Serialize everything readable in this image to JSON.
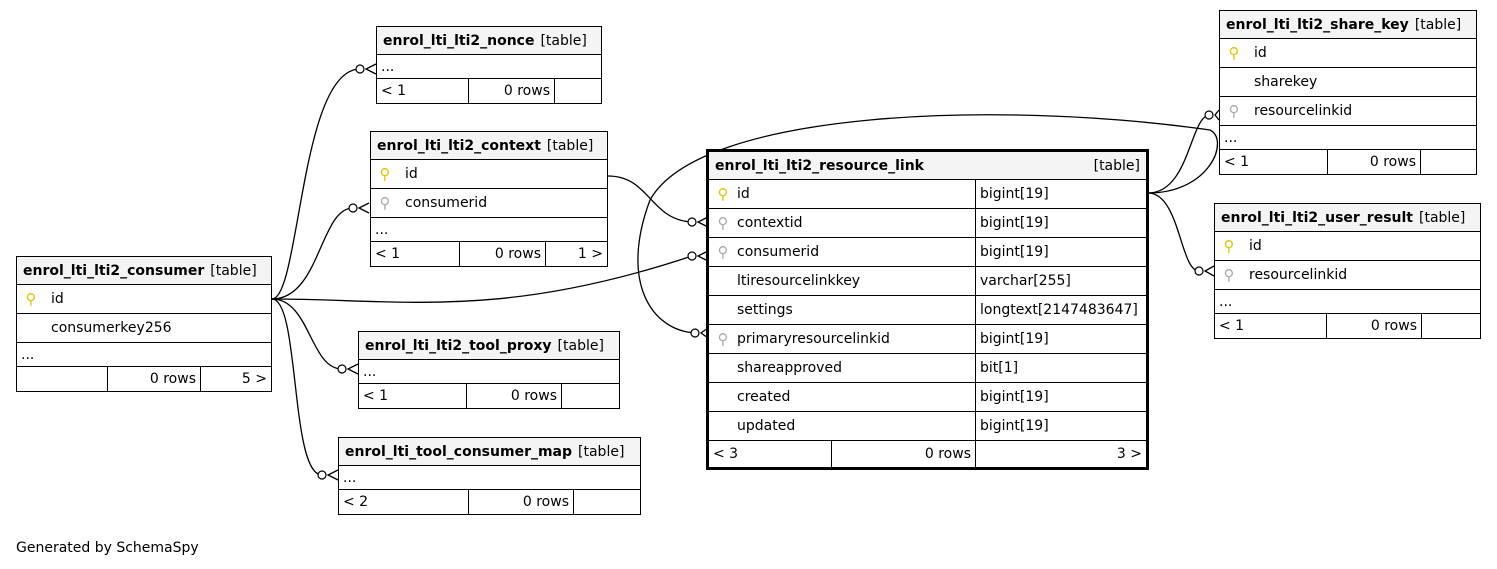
{
  "tag_label": "[table]",
  "nonce": {
    "name": "enrol_lti_lti2_nonce",
    "more": "...",
    "parents": "< 1",
    "rows": "0 rows",
    "children": ""
  },
  "context": {
    "name": "enrol_lti_lti2_context",
    "cols": [
      "id",
      "consumerid"
    ],
    "more": "...",
    "parents": "< 1",
    "rows": "0 rows",
    "children": "1 >"
  },
  "consumer": {
    "name": "enrol_lti_lti2_consumer",
    "cols": [
      "id",
      "consumerkey256"
    ],
    "more": "...",
    "parents": "",
    "rows": "0 rows",
    "children": "5 >"
  },
  "tool_proxy": {
    "name": "enrol_lti_lti2_tool_proxy",
    "more": "...",
    "parents": "< 1",
    "rows": "0 rows",
    "children": ""
  },
  "consumer_map": {
    "name": "enrol_lti_tool_consumer_map",
    "more": "...",
    "parents": "< 2",
    "rows": "0 rows",
    "children": ""
  },
  "resource_link": {
    "name": "enrol_lti_lti2_resource_link",
    "columns": [
      {
        "name": "id",
        "type": "bigint[19]",
        "key": "pk"
      },
      {
        "name": "contextid",
        "type": "bigint[19]",
        "key": "fk"
      },
      {
        "name": "consumerid",
        "type": "bigint[19]",
        "key": "fk"
      },
      {
        "name": "ltiresourcelinkkey",
        "type": "varchar[255]",
        "key": ""
      },
      {
        "name": "settings",
        "type": "longtext[2147483647]",
        "key": ""
      },
      {
        "name": "primaryresourcelinkid",
        "type": "bigint[19]",
        "key": "fk"
      },
      {
        "name": "shareapproved",
        "type": "bit[1]",
        "key": ""
      },
      {
        "name": "created",
        "type": "bigint[19]",
        "key": ""
      },
      {
        "name": "updated",
        "type": "bigint[19]",
        "key": ""
      }
    ],
    "parents": "< 3",
    "rows": "0 rows",
    "children": "3 >"
  },
  "share_key": {
    "name": "enrol_lti_lti2_share_key",
    "cols": [
      "id",
      "sharekey",
      "resourcelinkid"
    ],
    "more": "...",
    "parents": "< 1",
    "rows": "0 rows",
    "children": ""
  },
  "user_result": {
    "name": "enrol_lti_lti2_user_result",
    "cols": [
      "id",
      "resourcelinkid"
    ],
    "more": "...",
    "parents": "< 1",
    "rows": "0 rows",
    "children": ""
  },
  "footer": "Generated by SchemaSpy"
}
